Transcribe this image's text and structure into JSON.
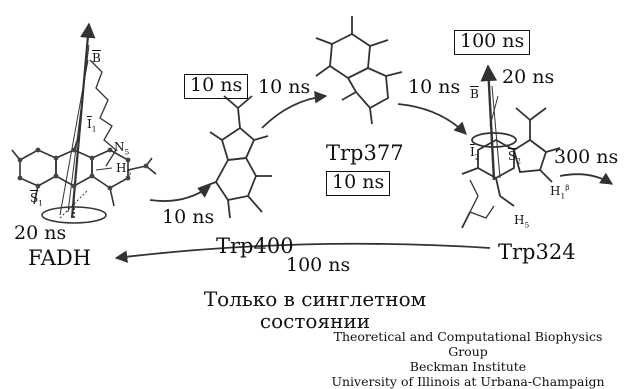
{
  "molecules": {
    "fadh": "FADH",
    "trp400": "Trp400",
    "trp377": "Trp377",
    "trp324": "Trp324"
  },
  "transfers": {
    "fadh_time": "20 ns",
    "fadh_to_trp400": "10 ns",
    "trp400_to_trp377": "10 ns",
    "trp400_box": "10 ns",
    "trp377_box": "10 ns",
    "trp377_to_trp324": "10 ns",
    "trp324_box": "100 ns",
    "trp324_time": "20 ns",
    "trp324_out": "300 ns",
    "trp324_to_fadh": "100 ns"
  },
  "annotations": {
    "B_left": "B",
    "I1": "I",
    "I1_sub": "1",
    "N5": "N",
    "N5_sub": "5",
    "H5_left": "H",
    "H5_left_sub": "5",
    "S1": "S",
    "S1_sub": "1",
    "B_right": "B",
    "I2": "I",
    "I2_sub": "2",
    "S2": "S",
    "S2_sub": "2",
    "H1beta": "H",
    "H1beta_sub": "1",
    "H1beta_sup": "β",
    "H5_right": "H",
    "H5_right_sub": "5"
  },
  "note": {
    "line1": "Только в синглетном",
    "line2": "состоянии"
  },
  "credits": {
    "line1": "Theoretical and Computational Biophysics Group",
    "line2": "Beckman Institute",
    "line3": "University of Illinois at Urbana-Champaign"
  }
}
